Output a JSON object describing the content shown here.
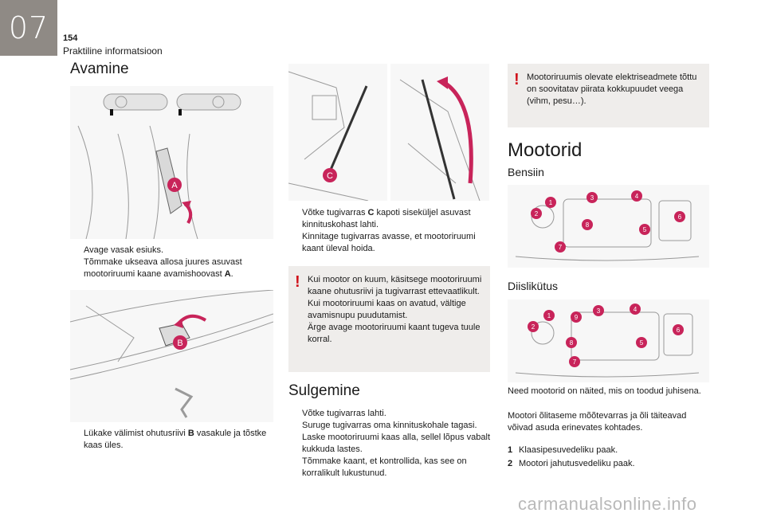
{
  "header": {
    "chapter": "07",
    "page_number": "154",
    "section": "Praktiline informatsioon"
  },
  "col1": {
    "title": "Avamine",
    "callout_a": "A",
    "callout_b": "B",
    "steps1": [
      "Avage vasak esiuks.",
      "Tõmmake ukseava allosa juures asuvast mootoriruumi kaane avamishoovast "
    ],
    "steps1_bold": "A",
    "steps1_end": ".",
    "steps2_pre": "Lükake välimist ohutusriivi ",
    "steps2_bold": "B",
    "steps2_post": " vasakule ja tõstke kaas üles."
  },
  "col2": {
    "callout_c": "C",
    "steps1_pre": "Võtke tugivarras ",
    "steps1_bold": "C",
    "steps1_post": " kapoti siseküljel asuvast kinnituskohast lahti.",
    "steps1_b": "Kinnitage tugivarras avasse, et mootoriruumi kaant üleval hoida.",
    "warning": [
      "Kui mootor on kuum, käsitsege mootoriruumi kaane ohutusriivi ja tugivarrast ettevaatlikult.",
      "Kui mootoriruumi kaas on avatud, vältige avamisnupu puudutamist.",
      "Ärge avage mootoriruumi kaant tugeva tuule korral."
    ],
    "title": "Sulgemine",
    "steps2": [
      "Võtke tugivarras lahti.",
      "Suruge tugivarras oma kinnituskohale tagasi.",
      "Laske mootoriruumi kaas alla, sellel lõpus vabalt kukkuda lastes.",
      "Tõmmake kaant, et kontrollida, kas see on korralikult lukustunud."
    ]
  },
  "col3": {
    "warning": "Mootoriruumis olevate elektriseadmete tõttu on soovitatav piirata kokkupuudet veega (vihm, pesu…).",
    "title": "Mootorid",
    "petrol": "Bensiin",
    "diesel": "Diislikütus",
    "petrol_labels": [
      "1",
      "2",
      "3",
      "4",
      "5",
      "6",
      "7",
      "8"
    ],
    "diesel_labels": [
      "1",
      "2",
      "3",
      "4",
      "5",
      "6",
      "7",
      "8",
      "9"
    ],
    "para1": "Need mootorid on näited, mis on toodud juhisena.",
    "para2": "Mootori õlitaseme mõõtevarras ja õli täiteavad võivad asuda erinevates kohtades.",
    "legend": [
      {
        "num": "1",
        "text": "Klaasipesuvedeliku paak."
      },
      {
        "num": "2",
        "text": "Mootori jahutusvedeliku paak."
      }
    ]
  },
  "watermark": "carmanualsonline.info",
  "step_marker": "",
  "colors": {
    "accent": "#c8245a",
    "tab": "#8f8a85",
    "warning_bg": "#efedeb",
    "warning_icon": "#d0121b"
  }
}
